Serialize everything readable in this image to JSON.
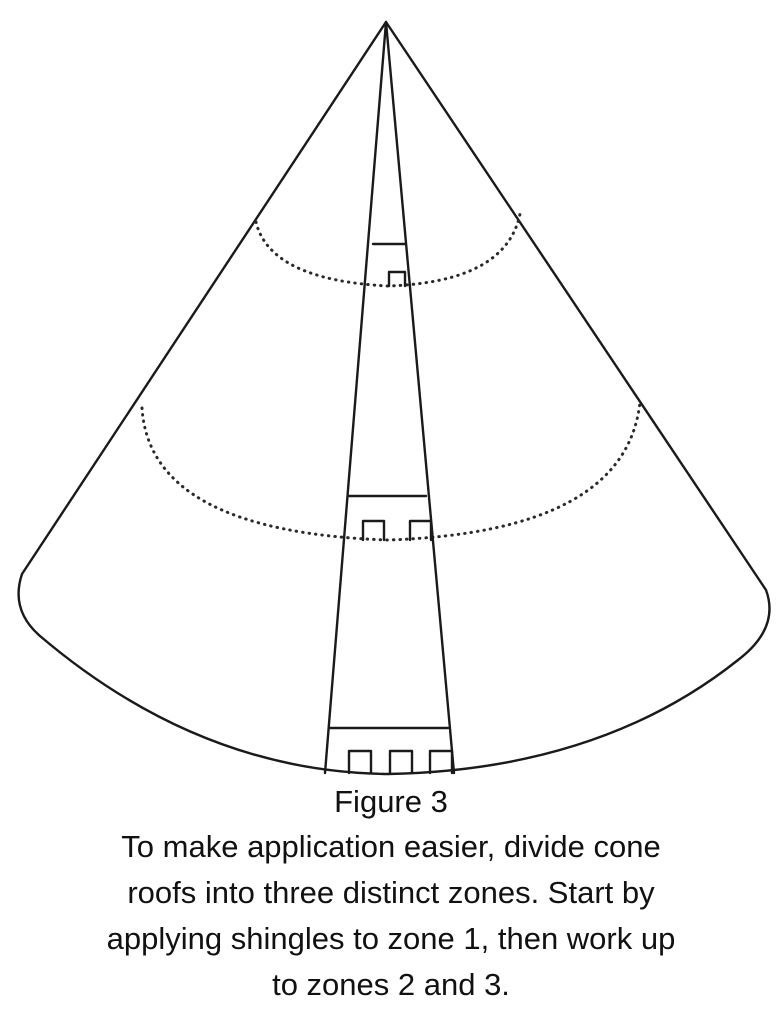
{
  "figure": {
    "label": "Figure 3",
    "caption_lines": [
      "To make application easier, divide cone",
      "roofs into three distinct zones.  Start by",
      "applying shingles to zone 1, then work up",
      "to zones 2 and 3."
    ]
  },
  "colors": {
    "line": "#1a1a1a",
    "background": "#ffffff"
  }
}
